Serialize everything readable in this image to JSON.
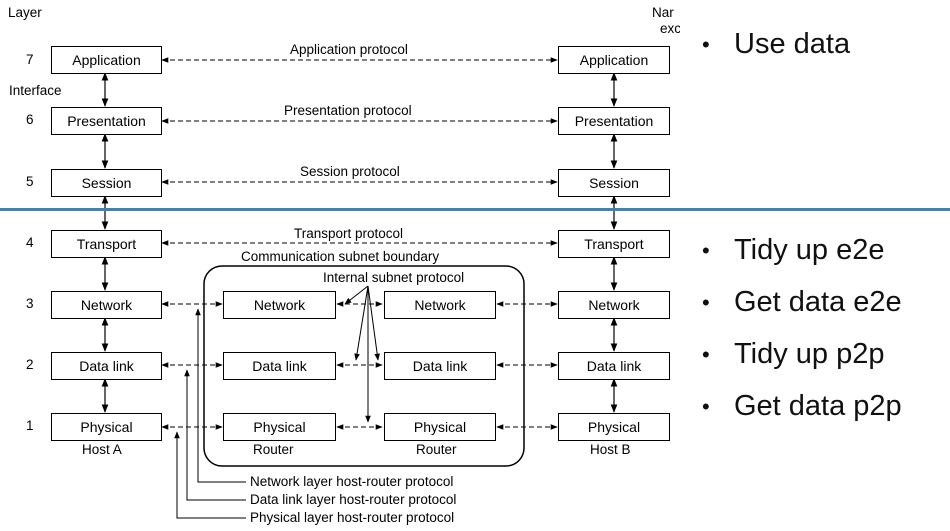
{
  "headings": {
    "layer": "Layer",
    "interface": "Interface",
    "name_clip_1": "Nar",
    "name_clip_2": "exc"
  },
  "layers": [
    {
      "num": "7",
      "name": "Application",
      "protocol": "Application protocol"
    },
    {
      "num": "6",
      "name": "Presentation",
      "protocol": "Presentation protocol"
    },
    {
      "num": "5",
      "name": "Session",
      "protocol": "Session protocol"
    },
    {
      "num": "4",
      "name": "Transport",
      "protocol": "Transport protocol"
    },
    {
      "num": "3",
      "name": "Network"
    },
    {
      "num": "2",
      "name": "Data link"
    },
    {
      "num": "1",
      "name": "Physical"
    }
  ],
  "hosts": {
    "a": "Host A",
    "b": "Host B"
  },
  "subnet": {
    "boundary_label": "Communication subnet boundary",
    "internal_protocol": "Internal subnet protocol",
    "router_boxes": [
      "Network",
      "Data link",
      "Physical"
    ],
    "router_label": "Router"
  },
  "host_router_protocols": [
    "Network layer host-router protocol",
    "Data link layer host-router protocol",
    "Physical layer host-router protocol"
  ],
  "bullets_top": [
    "Use data"
  ],
  "bullets_bottom": [
    "Tidy up e2e",
    "Get data e2e",
    "Tidy up p2p",
    "Get data p2p"
  ],
  "colors": {
    "separator": "#4f7f9f",
    "line": "#000000",
    "background": "#ffffff"
  }
}
